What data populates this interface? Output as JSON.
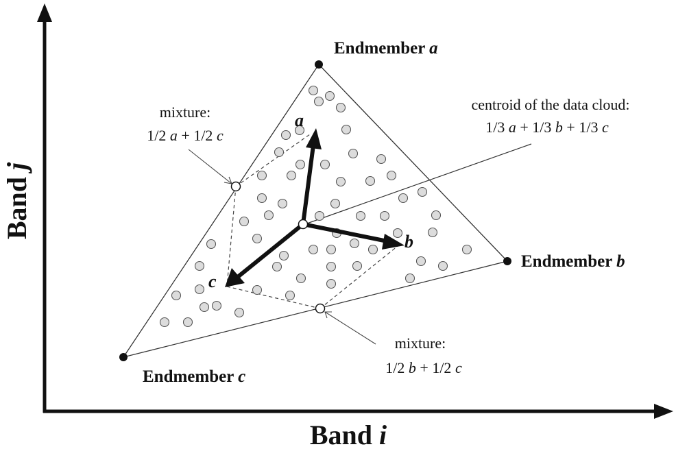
{
  "axes": {
    "x_label_text": "Band ",
    "x_label_var": "i",
    "y_label_text": "Band ",
    "y_label_var": "j"
  },
  "endmembers": {
    "a": {
      "text": "Endmember ",
      "var": "a"
    },
    "b": {
      "text": "Endmember ",
      "var": "b"
    },
    "c": {
      "text": "Endmember ",
      "var": "c"
    }
  },
  "vector_labels": {
    "a": "a",
    "b": "b",
    "c": "c"
  },
  "annotations": {
    "mixture_ac": {
      "line1": "mixture:",
      "line2_pre": "1/2 ",
      "line2_a": "a",
      "line2_mid": " + 1/2 ",
      "line2_c": "c"
    },
    "mixture_bc": {
      "line1": "mixture:",
      "line2_pre": "1/2 ",
      "line2_b": "b",
      "line2_mid": " + 1/2 ",
      "line2_c": "c"
    },
    "centroid": {
      "line1": "centroid of the data cloud:",
      "line2_p1": "1/3 ",
      "line2_a": "a",
      "line2_p2": " + 1/3 ",
      "line2_b": "b",
      "line2_p3": " + 1/3 ",
      "line2_c": "c"
    }
  },
  "colors": {
    "ink": "#111111",
    "dot_fill": "#dcdcdc",
    "dot_stroke": "#555555"
  }
}
